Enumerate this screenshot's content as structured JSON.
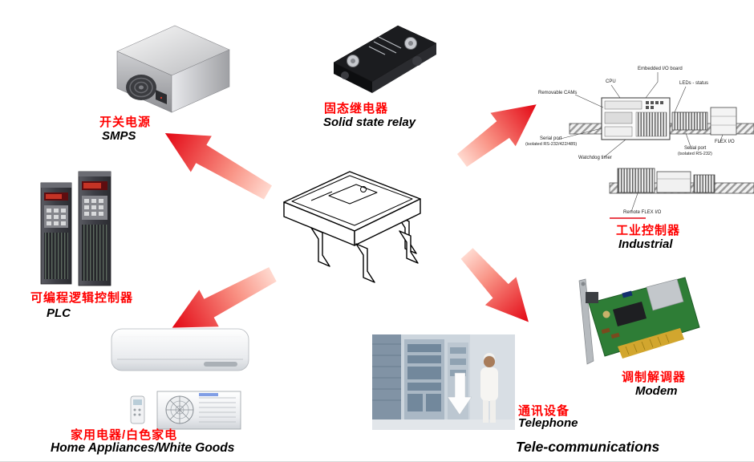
{
  "colors": {
    "label_red": "#ff0000",
    "label_black": "#000000",
    "arrow_head": "#e30613",
    "arrow_tail": "#ffd9cf"
  },
  "nodes": {
    "smps": {
      "cn": "开关电源",
      "en": "SMPS"
    },
    "ssr": {
      "cn": "固态继电器",
      "en": "Solid state relay"
    },
    "industrial": {
      "cn": "工业控制器",
      "en": "Industrial"
    },
    "plc": {
      "cn": "可编程逻辑控制器",
      "en": "PLC"
    },
    "home": {
      "cn": "家用电器/白色家电",
      "en": "Home Appliances/White Goods"
    },
    "telecom": {
      "cn": "通讯设备",
      "en1": "Telephone",
      "en2": "Tele-communications"
    },
    "modem": {
      "cn": "调制解调器",
      "en": "Modem"
    }
  },
  "industrial_callouts": {
    "embedded_io": "Embedded I/O board",
    "cpu": "CPU",
    "removable_cams": "Removable CAMs",
    "leds_status": "LEDs - status",
    "serial_port_1": "Serial port",
    "serial_port_1_sub": "(isolated RS-232/422/485)",
    "watchdog": "Watchdog timer",
    "serial_port_2": "Serial port",
    "serial_port_2_sub": "(isolated RS-232)",
    "flex_io": "FLEX I/O",
    "remote_flex_io": "Remote FLEX I/O"
  }
}
